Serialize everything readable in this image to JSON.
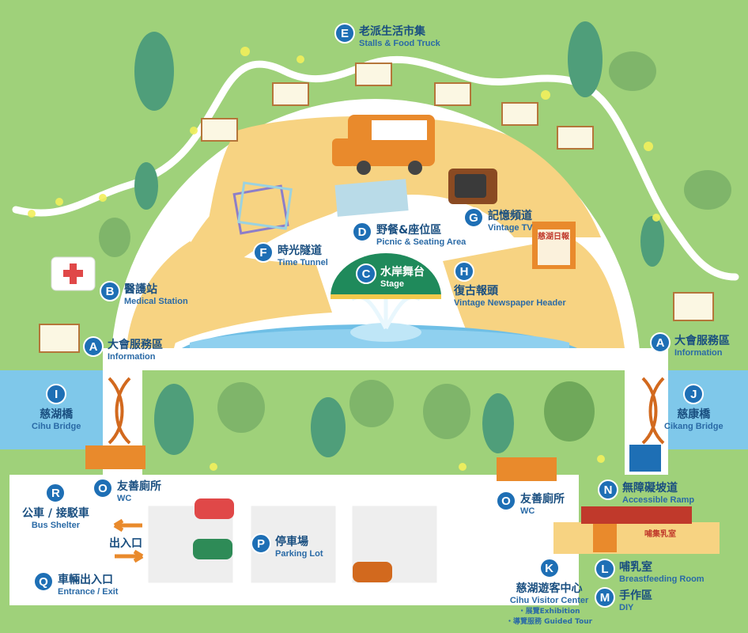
{
  "locations": {
    "A_left": {
      "letter": "A",
      "zh": "大會服務區",
      "en": "Information"
    },
    "A_right": {
      "letter": "A",
      "zh": "大會服務區",
      "en": "Information"
    },
    "B": {
      "letter": "B",
      "zh": "醫護站",
      "en": "Medical Station"
    },
    "C": {
      "letter": "C",
      "zh": "水岸舞台",
      "en": "Stage"
    },
    "D": {
      "letter": "D",
      "zh": "野餐&座位區",
      "en": "Picnic & Seating Area"
    },
    "E": {
      "letter": "E",
      "zh": "老派生活市集",
      "en": "Stalls & Food Truck"
    },
    "F": {
      "letter": "F",
      "zh": "時光隧道",
      "en": "Time Tunnel"
    },
    "G": {
      "letter": "G",
      "zh": "記憶頻道",
      "en": "Vintage TV"
    },
    "H": {
      "letter": "H",
      "zh": "復古報頭",
      "en": "Vintage Newspaper Header"
    },
    "I": {
      "letter": "I",
      "zh": "慈湖橋",
      "en": "Cihu Bridge"
    },
    "J": {
      "letter": "J",
      "zh": "慈康橋",
      "en": "Cikang Bridge"
    },
    "K": {
      "letter": "K",
      "zh": "慈湖遊客中心",
      "en": "Cihu Visitor Center",
      "note1": "・展覽Exhibition",
      "note2": "・導覽服務 Guided Tour"
    },
    "L": {
      "letter": "L",
      "zh": "哺乳室",
      "en": "Breastfeeding Room"
    },
    "M": {
      "letter": "M",
      "zh": "手作區",
      "en": "DIY"
    },
    "N": {
      "letter": "N",
      "zh": "無障礙坡道",
      "en": "Accessible Ramp"
    },
    "O_left": {
      "letter": "O",
      "zh": "友善廁所",
      "en": "WC"
    },
    "O_right": {
      "letter": "O",
      "zh": "友善廁所",
      "en": "WC"
    },
    "P": {
      "letter": "P",
      "zh": "停車場",
      "en": "Parking Lot"
    },
    "Q": {
      "letter": "Q",
      "zh": "車輛出入口",
      "en": "Entrance / Exit"
    },
    "R": {
      "letter": "R",
      "zh": "公車 / 接駁車",
      "en": "Bus Shelter"
    }
  },
  "entrance_sign": "出入口",
  "newspaper_sign": "慈湖日報",
  "breastfeeding_sign": "哺集乳室",
  "colors": {
    "grass": "#9fd17a",
    "path": "#ffffff",
    "sand": "#f7d382",
    "water": "#7fc8ea",
    "badge": "#1e6fb5",
    "text": "#1a4f80",
    "toilet": "#e98a2c",
    "stage": "#1f8a5b"
  }
}
